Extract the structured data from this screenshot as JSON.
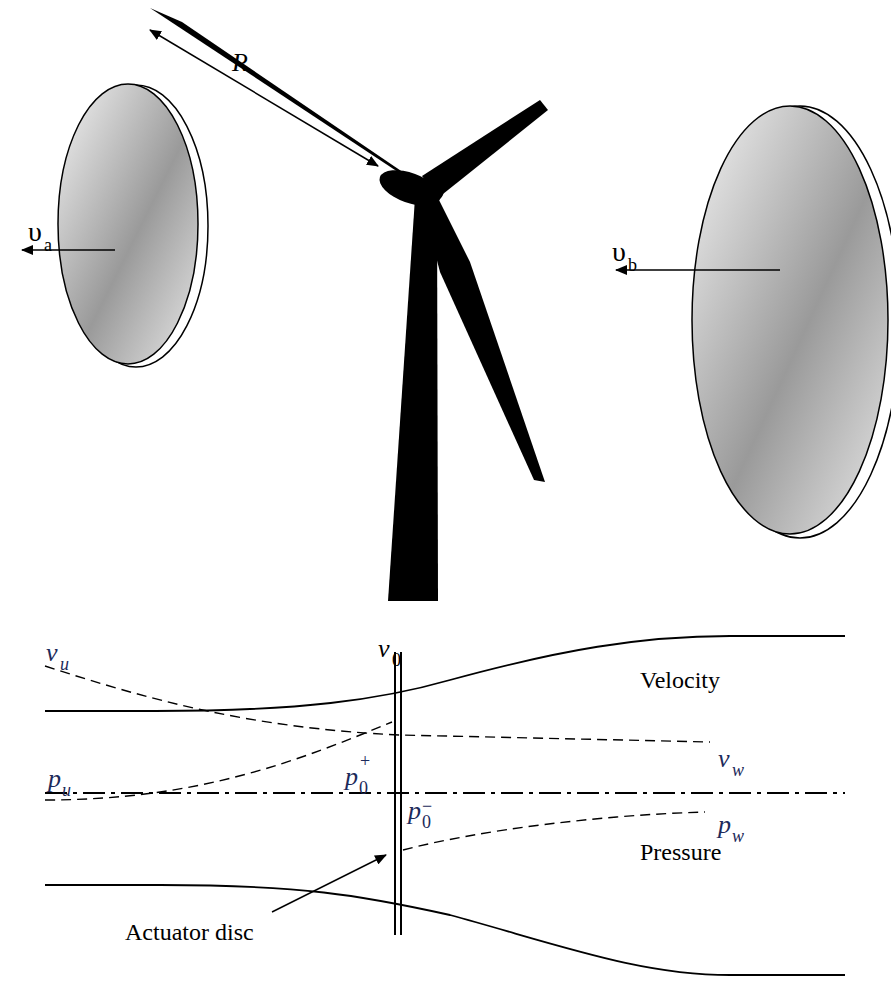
{
  "diagram": {
    "labels": [
      "R",
      "υ",
      "a",
      "υ",
      "b",
      "v",
      "u",
      "v",
      "0",
      "Velocity",
      "v",
      "w",
      "p",
      "u",
      "p",
      "0",
      "+",
      "p",
      "0",
      "−",
      "p",
      "w",
      "Pressure",
      "Actuator disc"
    ]
  }
}
